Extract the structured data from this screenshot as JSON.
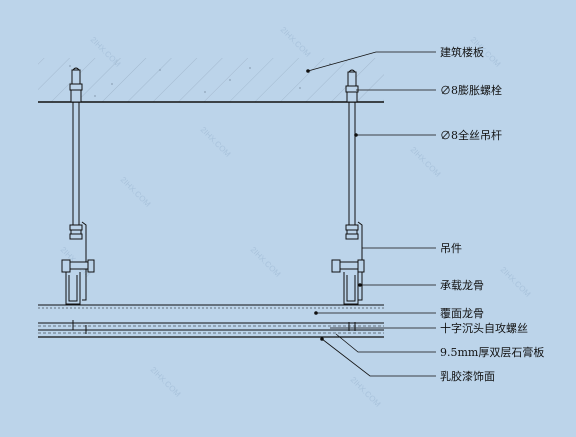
{
  "colors": {
    "background": "#bcd4ea",
    "line": "#111111",
    "watermark": "#a9c3dc"
  },
  "labels": {
    "slab": "建筑楼板",
    "expansion_bolt": "∅8膨胀螺栓",
    "rod": "∅8全丝吊杆",
    "hanger": "吊件",
    "main_keel": "承载龙骨",
    "cover_keel": "覆面龙骨",
    "screw": "十字沉头自攻螺丝",
    "gypsum_board": "9.5mm厚双层石膏板",
    "paint": "乳胶漆饰面"
  },
  "watermark": "2IHX.COM"
}
